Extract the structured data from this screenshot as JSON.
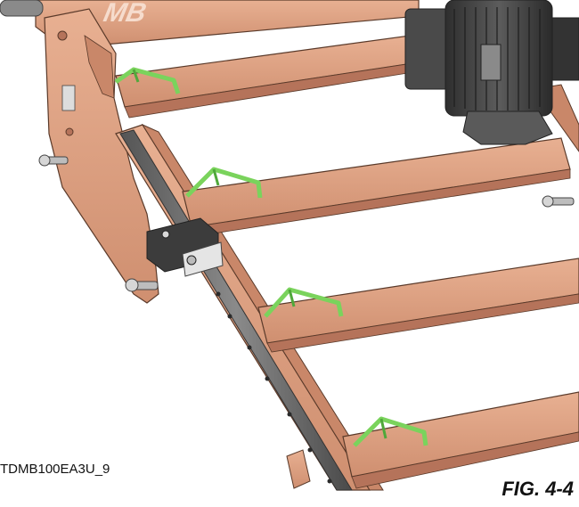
{
  "figure": {
    "drawing_code": "TDMB100EA3U_9",
    "figure_label": "FIG. 4-4",
    "logo_text": "MB"
  },
  "colors": {
    "wood": "#e0a383",
    "wood_dark": "#c98769",
    "wood_shadow": "#b5735a",
    "outline": "#5a3a2a",
    "rail": "#6b6b6b",
    "rail_light": "#9a9a9a",
    "bracket": "#7ad35c",
    "bracket_dark": "#4fa83a",
    "motor": "#3c3c3c",
    "motor_light": "#5a5a5a"
  },
  "icons": [
    "bolt-icon",
    "knob-icon"
  ]
}
